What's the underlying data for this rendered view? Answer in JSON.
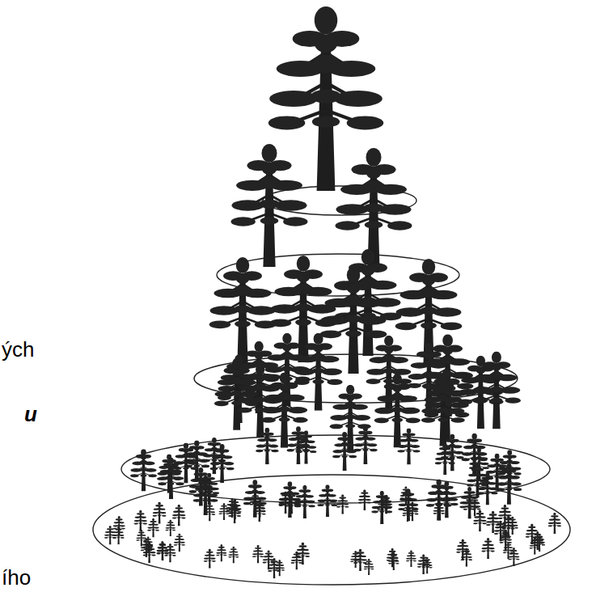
{
  "diagram": {
    "labels": [
      "ých",
      "u",
      "ího"
    ]
  }
}
